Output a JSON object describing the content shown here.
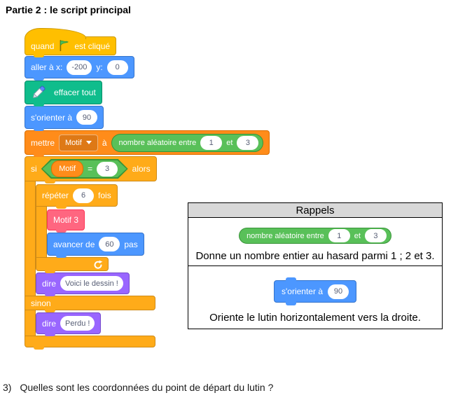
{
  "title": "Partie 2 : le script principal",
  "question": {
    "number": "3)",
    "text": "Quelles sont les coordonnées du point de départ du lutin ?"
  },
  "script": {
    "when_flag": {
      "before": "quand",
      "after": "est cliqué"
    },
    "goto": {
      "label": "aller à x:",
      "x": "-200",
      "y_label": "y:",
      "y": "0"
    },
    "erase_all": {
      "label": "effacer tout"
    },
    "point_dir": {
      "label": "s'orienter à",
      "value": "90"
    },
    "set_var": {
      "label": "mettre",
      "variable": "Motif",
      "to": "à"
    },
    "random": {
      "label": "nombre aléatoire entre",
      "min": "1",
      "et": "et",
      "max": "3"
    },
    "if_block": {
      "si": "si",
      "alors": "alors"
    },
    "condition": {
      "variable": "Motif",
      "operator": "=",
      "value": "3"
    },
    "repeat": {
      "label": "répéter",
      "count": "6",
      "fois": "fois"
    },
    "custom_motif": {
      "label": "Motif 3"
    },
    "move": {
      "label": "avancer de",
      "value": "60",
      "pas": "pas"
    },
    "say_win": {
      "label": "dire",
      "message": "Voici le dessin !"
    },
    "else_block": {
      "label": "sinon"
    },
    "say_lose": {
      "label": "dire",
      "message": "Perdu !"
    }
  },
  "rappels": {
    "title": "Rappels",
    "random_block": {
      "label": "nombre aléatoire entre",
      "min": "1",
      "et": "et",
      "max": "3"
    },
    "random_text": "Donne un nombre entier au hasard parmi 1 ; 2 et 3.",
    "orient_block": {
      "label": "s'orienter à",
      "value": "90"
    },
    "orient_text": "Oriente le lutin horizontalement vers la droite."
  },
  "colors": {
    "events": "#FFBF00",
    "motion": "#4C97FF",
    "pen": "#0FBD8C",
    "control": "#FFAB19",
    "variables": "#FF8C1A",
    "operators": "#59C059",
    "looks": "#9966FF",
    "my_blocks": "#FF6680",
    "input_text": "#575E75",
    "table_header_bg": "#D8D8D8"
  }
}
